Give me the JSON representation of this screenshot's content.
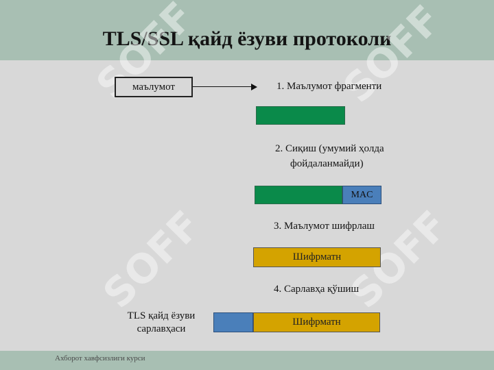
{
  "slide": {
    "title": "TLS/SSL қайд ёзуви протоколи",
    "footer": "Ахборот хавфсизлиги курси"
  },
  "diagram": {
    "input_label": "маълумот",
    "steps": [
      {
        "label": "1.  Маълумот фрагменти"
      },
      {
        "label": "2.  Сиқиш (умумий ҳолда",
        "label_line2": "фойдаланмайди)"
      },
      {
        "label": "3.  Маълумот шифрлаш"
      },
      {
        "label": "4.  Сарлавҳа қўшиш"
      }
    ],
    "mac_label": "MAC",
    "cipher_label": "Шифрматн",
    "cipher_label_final": "Шифрматн",
    "record_header_label": "TLS қайд ёзуви",
    "record_header_label_line2": "сарлавҳаси"
  },
  "watermark": {
    "text": "SOFF",
    "icon": "s-logo-icon"
  },
  "colors": {
    "header_band": "#a8bfb3",
    "background": "#d8d8d8",
    "green": "#0a8a4a",
    "blue": "#4a7fba",
    "gold": "#d4a300"
  }
}
